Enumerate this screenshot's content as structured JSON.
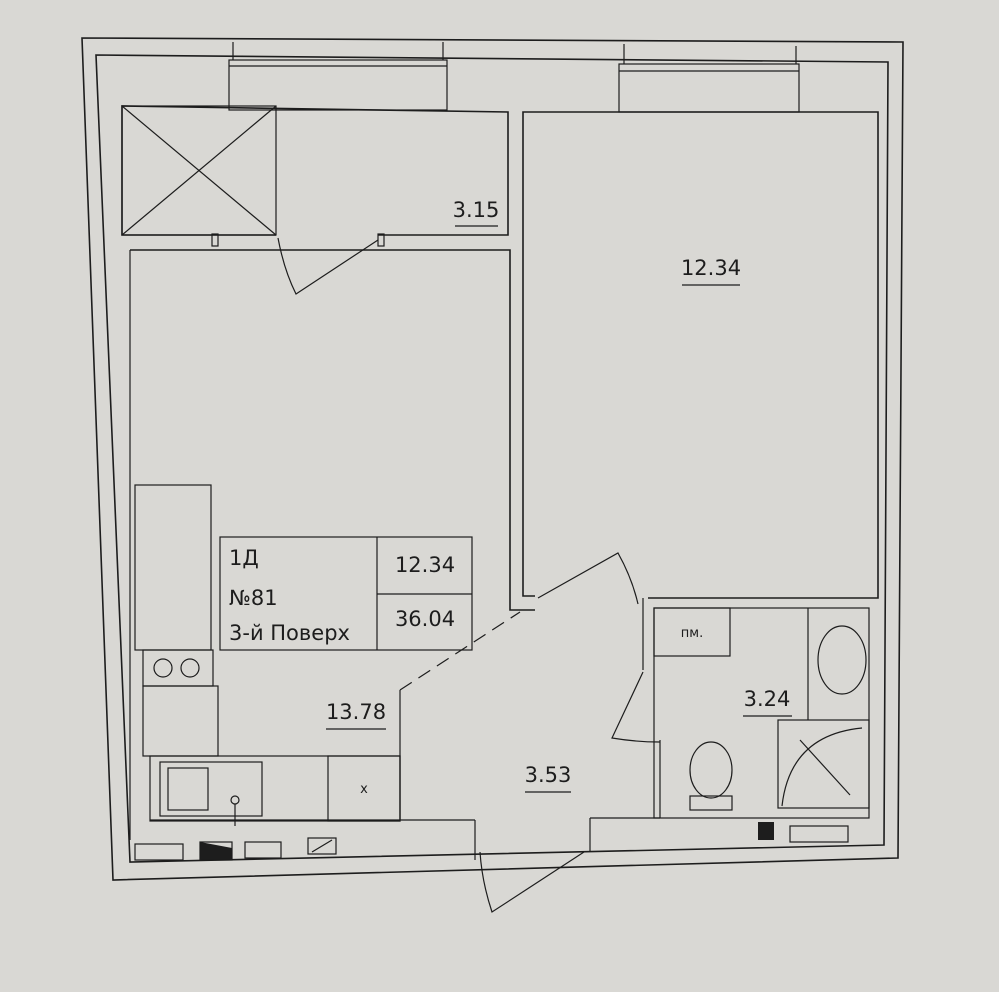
{
  "rooms": {
    "balcony_area": "3.15",
    "bedroom_area": "12.34",
    "kitchen_living_area": "13.78",
    "hall_area": "3.53",
    "bathroom_area": "3.24"
  },
  "fixtures": {
    "washer_label": "пм.",
    "fridge_label": "х"
  },
  "info_box": {
    "type": "1Д",
    "number": "№81",
    "floor": "3-й Поверх",
    "living_area": "12.34",
    "total_area": "36.04"
  },
  "colors": {
    "paper": "#d9d8d4",
    "ink": "#1d1d1d"
  }
}
